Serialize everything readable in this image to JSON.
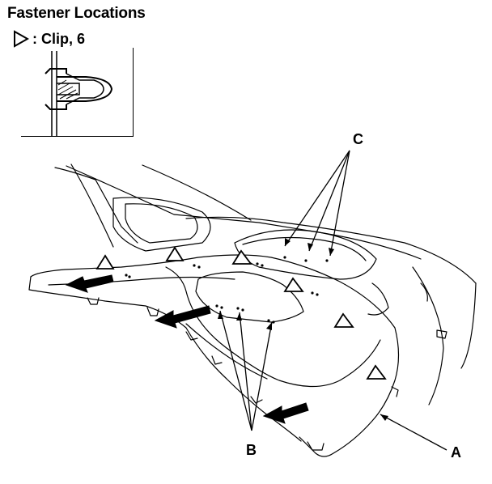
{
  "title": "Fastener Locations",
  "legend": {
    "symbol": "triangle-clip-icon",
    "separator": ":",
    "label": "Clip, 6"
  },
  "callouts": {
    "a": "A",
    "b": "B",
    "c": "C"
  },
  "colors": {
    "ink": "#000000",
    "paper": "#ffffff"
  }
}
